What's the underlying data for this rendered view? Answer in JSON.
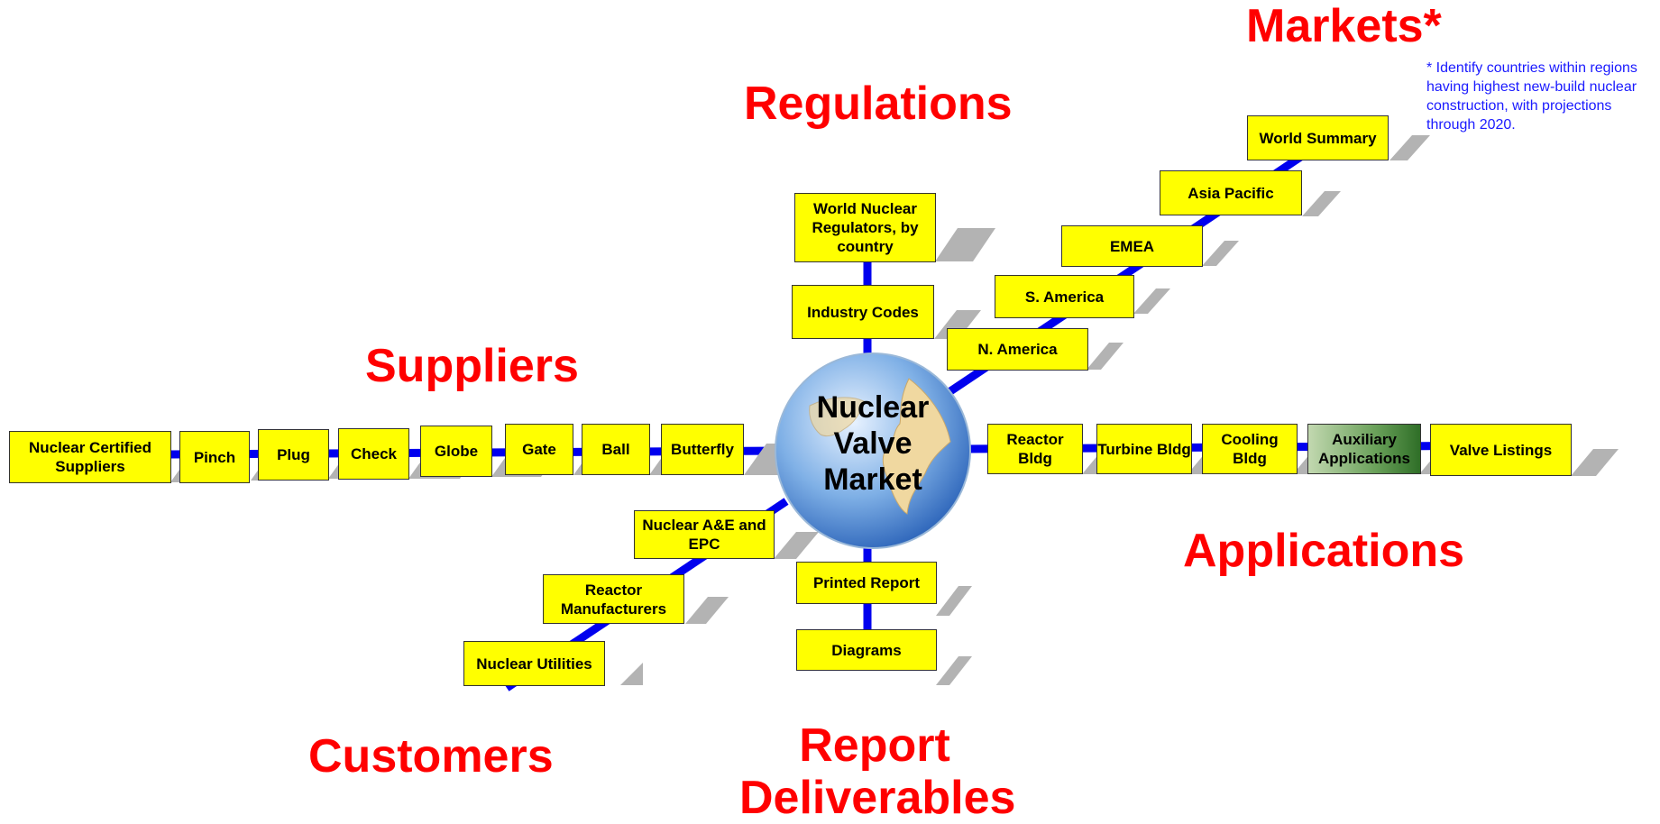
{
  "headings": {
    "markets": "Markets*",
    "regulations": "Regulations",
    "suppliers": "Suppliers",
    "applications": "Applications",
    "customers": "Customers",
    "report_deliverables_line1": "Report",
    "report_deliverables_line2": "Deliverables"
  },
  "markets_note": "* Identify countries within regions having highest new-build nuclear construction, with projections through 2020.",
  "center": {
    "line1": "Nuclear",
    "line2": "Valve",
    "line3": "Market"
  },
  "suppliers": {
    "nuclear_certified": "Nuclear Certified Suppliers",
    "pinch": "Pinch",
    "plug": "Plug",
    "check": "Check",
    "globe": "Globe",
    "gate": "Gate",
    "ball": "Ball",
    "butterfly": "Butterfly"
  },
  "regulations": {
    "world_regulators": "World Nuclear Regulators, by country",
    "industry_codes": "Industry Codes"
  },
  "markets": {
    "world_summary": "World Summary",
    "asia_pacific": "Asia Pacific",
    "emea": "EMEA",
    "s_america": "S. America",
    "n_america": "N. America"
  },
  "applications": {
    "reactor_bldg": "Reactor Bldg",
    "turbine_bldg": "Turbine Bldg",
    "cooling_bldg": "Cooling Bldg",
    "auxiliary": "Auxiliary Applications",
    "valve_listings": "Valve Listings"
  },
  "customers": {
    "ae_epc": "Nuclear A&E and EPC",
    "reactor_manufacturers": "Reactor Manufacturers",
    "nuclear_utilities": "Nuclear Utilities"
  },
  "deliverables": {
    "printed_report": "Printed Report",
    "diagrams": "Diagrams"
  },
  "colors": {
    "heading": "#ff0000",
    "note": "#1a1aff",
    "box": "#ffff00",
    "connector": "#0000ee",
    "shadow": "#b3b3b3"
  }
}
